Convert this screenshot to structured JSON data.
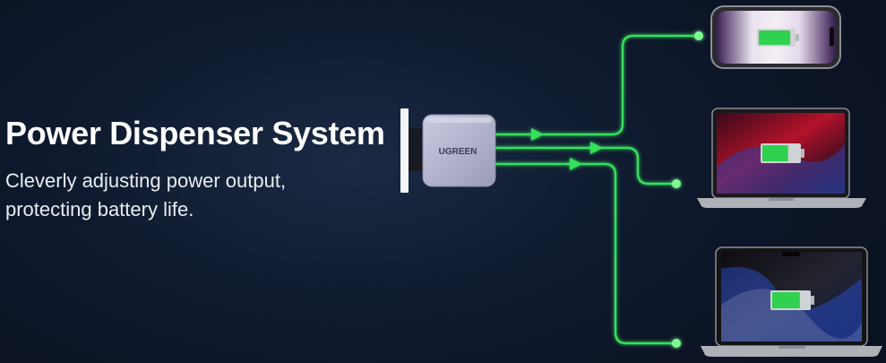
{
  "headline": "Power Dispenser System",
  "description": [
    "Cleverly adjusting power output,",
    "protecting battery life."
  ],
  "charger": {
    "brand": "UGREEN"
  },
  "colors": {
    "accent": "#36e05c",
    "background": "#0f1a2e",
    "charger_body": "#b3b5cf"
  },
  "devices": [
    {
      "type": "phone",
      "battery_level": 0.9
    },
    {
      "type": "laptop",
      "battery_level": 0.7
    },
    {
      "type": "laptop",
      "battery_level": 0.75
    }
  ],
  "icons": [
    "battery-icon",
    "charger-icon",
    "phone-icon",
    "laptop-icon",
    "arrow-icon"
  ]
}
